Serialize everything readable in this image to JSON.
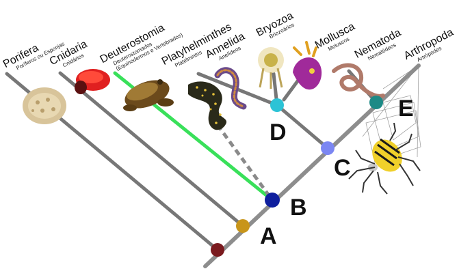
{
  "taxa": [
    {
      "name": "Porifera",
      "sub": "Poríferos ou Esponjas",
      "icon": "sponge-icon"
    },
    {
      "name": "Cnidaria",
      "sub": "Cnidários",
      "icon": "sea-anemone-icon"
    },
    {
      "name": "Deuterostomia",
      "sub": "Deuterostomados",
      "sub2": "(Equinodermos e Vertebrados)",
      "icon": "frog-icon"
    },
    {
      "name": "Platyhelminthes",
      "sub": "Platelmintos",
      "icon": "flatworm-icon"
    },
    {
      "name": "Annelida",
      "sub": "Anelídeos",
      "icon": "segmented-worm-icon"
    },
    {
      "name": "Bryozoa",
      "sub": "Briozoários",
      "icon": "bryozoan-icon"
    },
    {
      "name": "Mollusca",
      "sub": "Moluscos",
      "icon": "nudibranch-icon"
    },
    {
      "name": "Nematoda",
      "sub": "Nematódeos",
      "icon": "roundworm-icon"
    },
    {
      "name": "Arthropoda",
      "sub": "Artrópodes",
      "icon": "spider-icon"
    }
  ],
  "nodes": [
    {
      "label": "A",
      "color": "#c8951a"
    },
    {
      "label": "B",
      "color": "#0f1f9e"
    },
    {
      "label": "C",
      "color": "#7b86f2"
    },
    {
      "label": "D",
      "color": "#2cc3d6"
    },
    {
      "label": "E",
      "color": "#1d8a86"
    }
  ],
  "root_node_color": "#7a1a1e",
  "deuterostomia_branch_color": "#39e05a",
  "platyhelminthes_branch_style": "dashed"
}
